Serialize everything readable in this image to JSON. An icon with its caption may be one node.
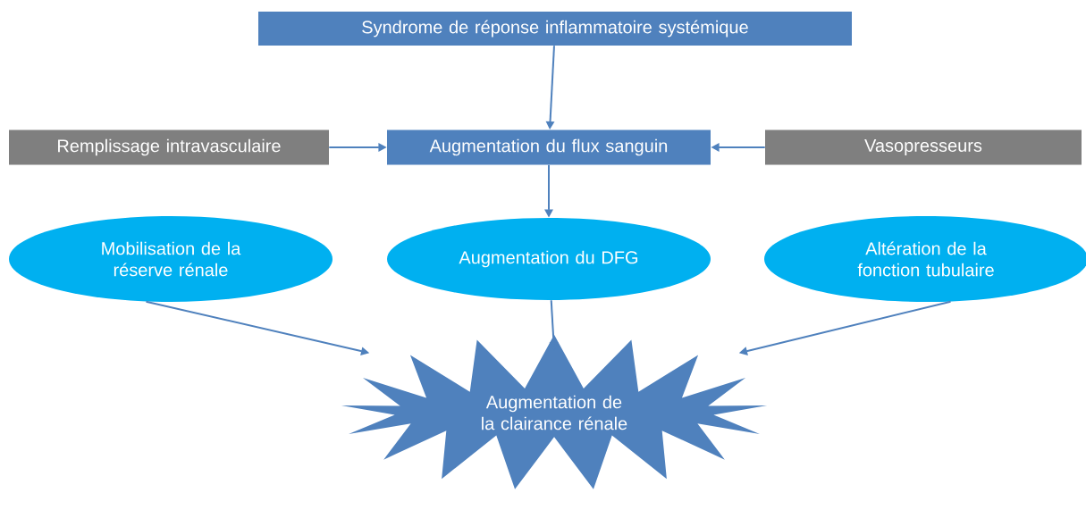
{
  "diagram": {
    "nodes": [
      {
        "text": [
          "Syndrome de réponse inflammatoire systémique"
        ]
      },
      {
        "text": [
          "Remplissage intravasculaire"
        ]
      },
      {
        "text": [
          "Augmentation du flux sanguin"
        ]
      },
      {
        "text": [
          "Vasopresseurs"
        ]
      },
      {
        "text": [
          "Mobilisation de la réserve rénale"
        ]
      },
      {
        "text": [
          "Augmentation du DFG"
        ]
      },
      {
        "text": [
          "Altération de la fonction tubulaire"
        ]
      },
      {
        "text": [
          "Augmentation de la clairance rénale"
        ]
      }
    ],
    "edges": [
      {
        "from": 0,
        "to": 2,
        "arrow": "to"
      },
      {
        "from": 1,
        "to": 2,
        "arrow": "to"
      },
      {
        "from": 3,
        "to": 2,
        "arrow": "to"
      },
      {
        "from": 2,
        "to": 5,
        "arrow": "to"
      },
      {
        "from": 4,
        "to": 7,
        "arrow": "to"
      },
      {
        "from": 5,
        "to": 7,
        "arrow": "to"
      },
      {
        "from": 6,
        "to": 7,
        "arrow": "to"
      }
    ]
  }
}
